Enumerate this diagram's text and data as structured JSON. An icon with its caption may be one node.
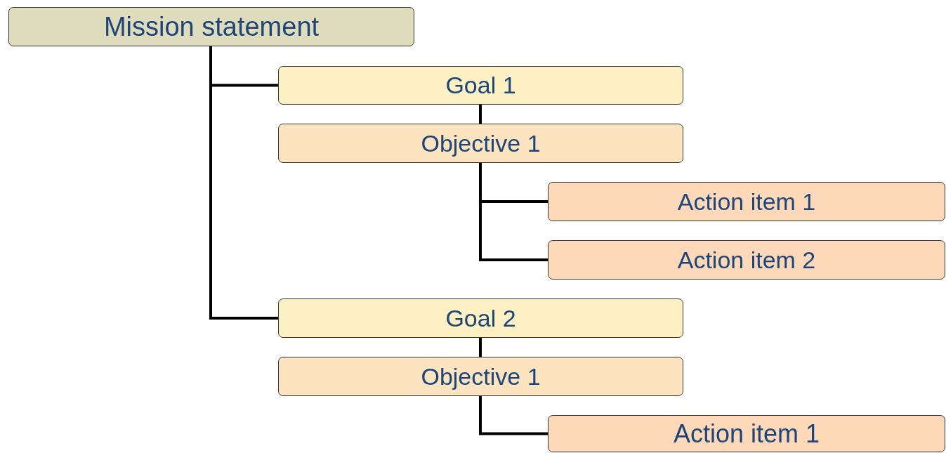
{
  "diagram": {
    "nodes": [
      {
        "text": [
          "Mission statement"
        ]
      },
      {
        "text": [
          "Goal 1"
        ]
      },
      {
        "text": [
          "Objective 1"
        ]
      },
      {
        "text": [
          "Action item 1"
        ]
      },
      {
        "text": [
          "Action item 2"
        ]
      },
      {
        "text": [
          "Goal 2"
        ]
      },
      {
        "text": [
          "Objective 1"
        ]
      },
      {
        "text": [
          "Action item 1"
        ]
      }
    ],
    "edges": [
      {
        "from": 0,
        "to": 1,
        "arrow": "none"
      },
      {
        "from": 1,
        "to": 2,
        "arrow": "none"
      },
      {
        "from": 2,
        "to": 3,
        "arrow": "none"
      },
      {
        "from": 2,
        "to": 4,
        "arrow": "none"
      },
      {
        "from": 0,
        "to": 5,
        "arrow": "none"
      },
      {
        "from": 5,
        "to": 6,
        "arrow": "none"
      },
      {
        "from": 6,
        "to": 7,
        "arrow": "none"
      }
    ]
  }
}
